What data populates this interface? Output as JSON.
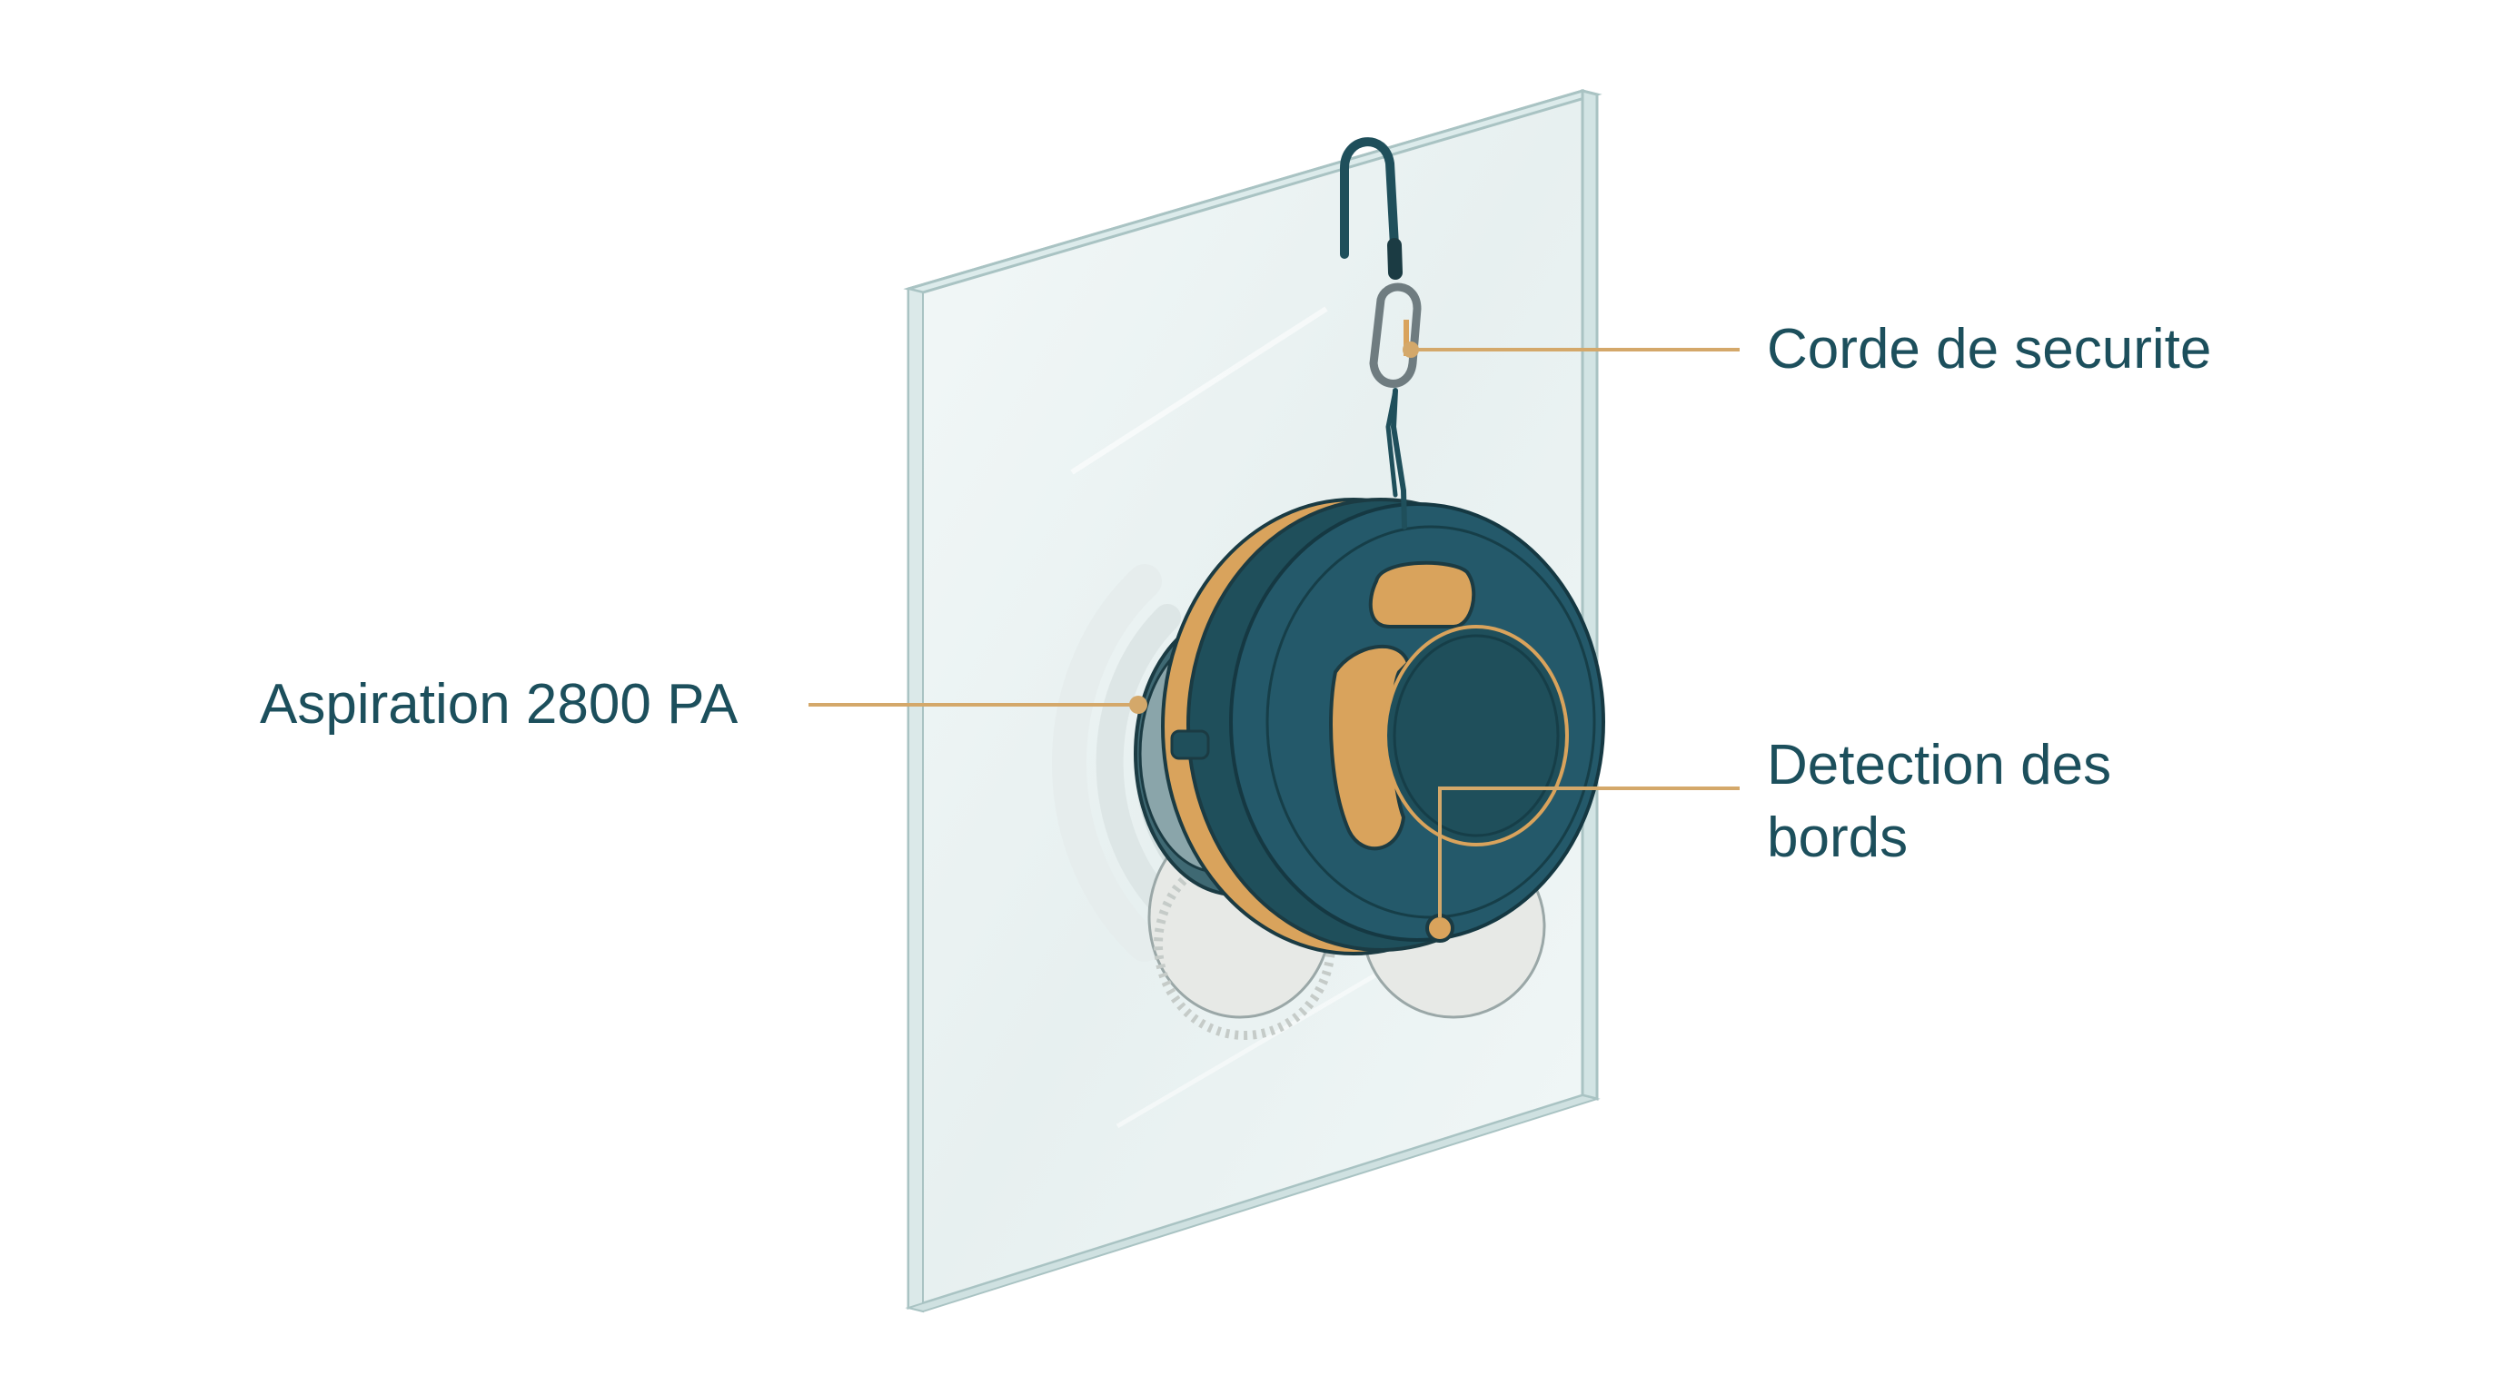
{
  "callouts": {
    "safety_rope": {
      "label": "Corde de securite"
    },
    "suction": {
      "label": "Aspiration 2800 PA"
    },
    "edge_detection": {
      "line1": "Detection des",
      "line2": "bords"
    }
  },
  "colors": {
    "label_text": "#1c4f5c",
    "leader_line": "#d4a86a",
    "robot_body": "#1f4f5b",
    "robot_accent": "#d9a35c",
    "glass_fill": "#eef4f4",
    "glass_edge": "#b7cfcf",
    "outline": "#1b3b43",
    "suction_wave": "#dfe6e6"
  },
  "icons": {
    "window_pane": "glass-pane-icon",
    "robot": "window-cleaning-robot-icon",
    "rope": "safety-rope-icon",
    "carabiner": "carabiner-icon",
    "sensor": "edge-sensor-icon"
  }
}
